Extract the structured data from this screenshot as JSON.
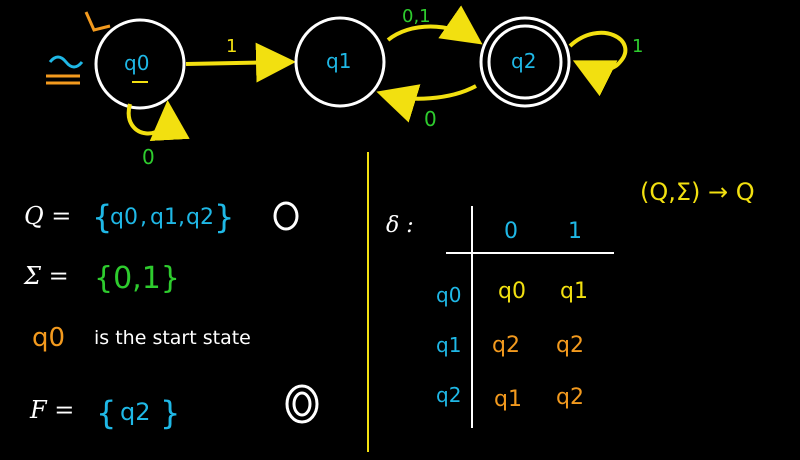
{
  "colors": {
    "background": "#000000",
    "white": "#ffffff",
    "cyan": "#1fb8e6",
    "yellow": "#f2e010",
    "green": "#2ecc2e",
    "orange": "#f39a1e"
  },
  "automaton": {
    "states": [
      {
        "id": "q0",
        "label": "q0",
        "sub": "0",
        "accepting": false,
        "start": true
      },
      {
        "id": "q1",
        "label": "q1",
        "sub": "1",
        "accepting": false,
        "start": false
      },
      {
        "id": "q2",
        "label": "q2",
        "sub": "2",
        "accepting": true,
        "start": false
      }
    ],
    "transitions": [
      {
        "from": "q0",
        "to": "q0",
        "label": "0"
      },
      {
        "from": "q0",
        "to": "q1",
        "label": "1"
      },
      {
        "from": "q1",
        "to": "q2",
        "label": "0,1"
      },
      {
        "from": "q2",
        "to": "q1",
        "label": "0"
      },
      {
        "from": "q2",
        "to": "q2",
        "label": "1"
      }
    ]
  },
  "definitions": {
    "Q": {
      "symbol": "Q =",
      "brace_open": "{",
      "brace_close": "}",
      "items": [
        "q0",
        "q1",
        "q2"
      ],
      "marker": "O"
    },
    "Sigma": {
      "symbol": "Σ =",
      "value": "{0,1}"
    },
    "start": {
      "state": "q0",
      "text": "is the start state"
    },
    "F": {
      "symbol": "F =",
      "brace_open": "{",
      "brace_close": "}",
      "item": "q2",
      "marker": "double-circle"
    }
  },
  "delta_table": {
    "symbol": "δ :",
    "columns": [
      "0",
      "1"
    ],
    "rows": [
      {
        "state": "q0",
        "on0": "q0",
        "on1": "q1",
        "color": "yellow"
      },
      {
        "state": "q1",
        "on0": "q2",
        "on1": "q2",
        "color": "orange"
      },
      {
        "state": "q2",
        "on0": "q1",
        "on1": "q2",
        "color": "orange"
      }
    ]
  },
  "signature": {
    "text": "(Q,Σ) → Q"
  }
}
